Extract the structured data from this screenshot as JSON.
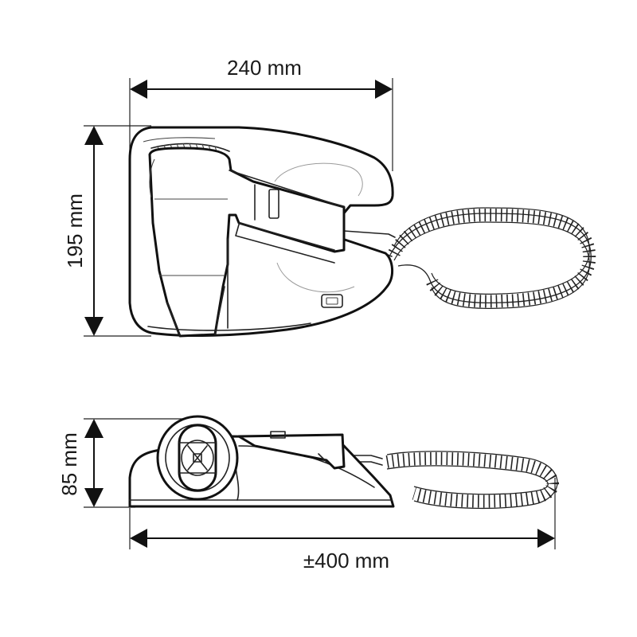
{
  "dimensions": {
    "width_top": "240 mm",
    "height_front": "195 mm",
    "height_side": "85 mm",
    "length_total": "±400 mm"
  }
}
